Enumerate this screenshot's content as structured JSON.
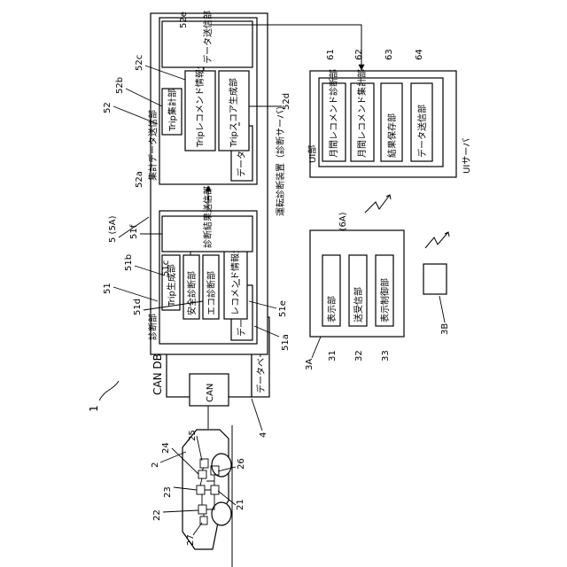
{
  "figure_ref": "1",
  "database": {
    "title": "CAN DB",
    "inner": "CAN",
    "label": "データベース",
    "ref": "4"
  },
  "vehicle": {
    "ref": "2",
    "parts": {
      "r21": "21",
      "r22": "22",
      "r23": "23",
      "r24": "24",
      "r25": "25",
      "r26": "26",
      "r27": "27"
    }
  },
  "server": {
    "ref": "5 (5A)",
    "label": "運転診断装置（診断サーバ）",
    "diagnosis": {
      "ref": "51",
      "title": "診断部",
      "data_rx": "データ受信部",
      "data_rx_ref": "51a",
      "trip_gen": "Trip生成部",
      "trip_gen_ref": "51b",
      "safety": "安全診断部",
      "safety_ref": "51c",
      "eco": "エコ診断部",
      "eco_ref": "51d",
      "recommend_gen": "レコメンド情報生成部",
      "recommend_gen_ref": "51e",
      "result_tx": "診断結果送信部",
      "result_tx_ref": "51f"
    },
    "aggregate": {
      "ref": "52",
      "title": "集計データ送信部",
      "data_rx": "データ受信部",
      "data_rx_ref": "52a",
      "trip_count": "Trip集計部",
      "trip_count_ref": "52b",
      "trip_recommend": "Tripレコメンド情報生成部",
      "trip_recommend_ref": "52c",
      "trip_score": "Tripスコア生成部",
      "trip_score_ref": "52d",
      "data_tx": "データ送信部",
      "data_tx_ref": "52e"
    }
  },
  "ui_server": {
    "title": "UIサーバ",
    "section": "UI部",
    "items": [
      {
        "label": "月間レコメンド診断部",
        "ref": "61"
      },
      {
        "label": "月間レコメンド集計部",
        "ref": "62"
      },
      {
        "label": "結果保存部",
        "ref": "63"
      },
      {
        "label": "データ送信部",
        "ref": "64"
      }
    ],
    "link_ref": "6 (6A)"
  },
  "terminal": {
    "ref": "3A",
    "items": [
      {
        "label": "表示部",
        "ref": "31"
      },
      {
        "label": "送受信部",
        "ref": "32"
      },
      {
        "label": "表示制御部",
        "ref": "33"
      }
    ],
    "device_ref": "3B"
  }
}
